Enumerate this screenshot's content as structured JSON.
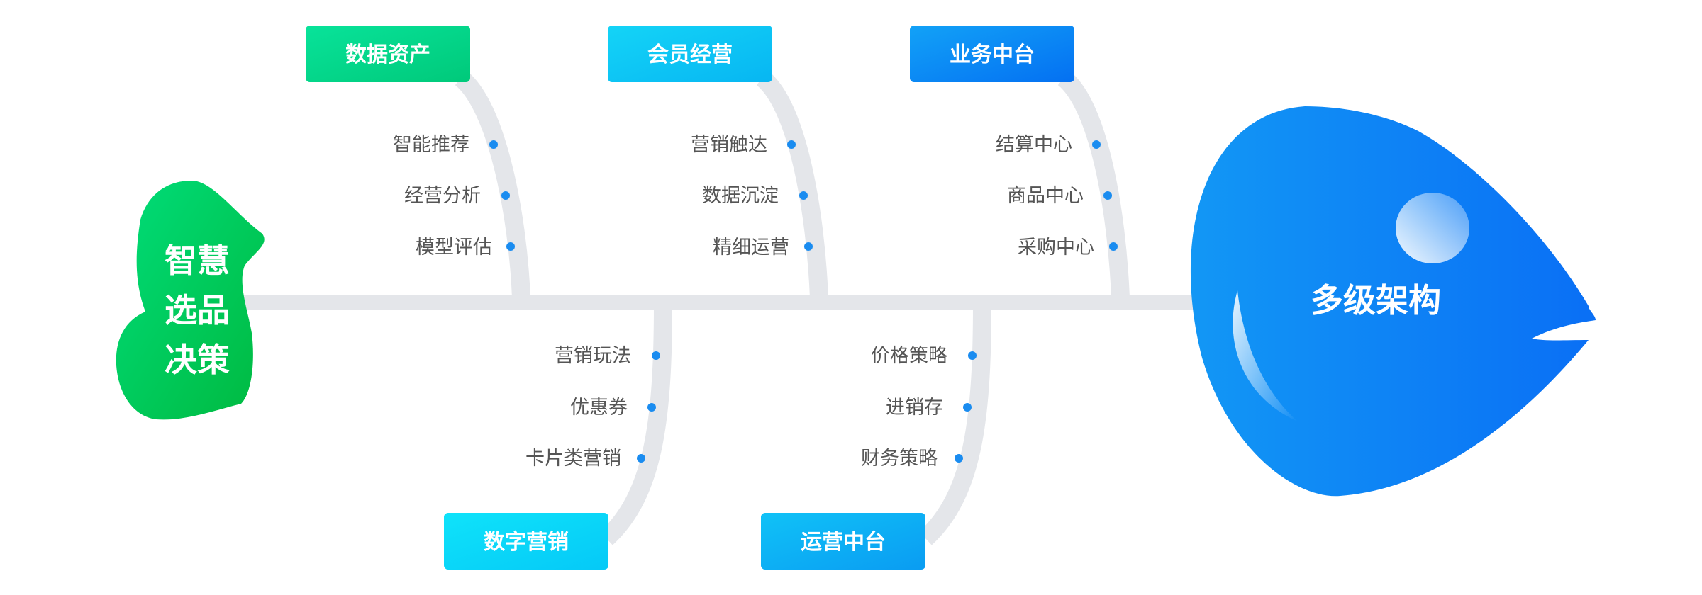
{
  "colors": {
    "spine": "#e4e6ea",
    "dot": "#1a8cf0",
    "item_text": "#555555",
    "tail_green": "#00c853",
    "head_blue": "#0a78f5",
    "cat_green": "#00d88a",
    "cat_cyan": "#18c8f5",
    "cat_blue": "#0a84f5"
  },
  "head": {
    "label": "多级架构"
  },
  "tail": {
    "lines": [
      "智慧",
      "选品",
      "决策"
    ]
  },
  "categories": {
    "data_assets": {
      "label": "数据资产",
      "items": [
        "智能推荐",
        "经营分析",
        "模型评估"
      ]
    },
    "member_ops": {
      "label": "会员经营",
      "items": [
        "营销触达",
        "数据沉淀",
        "精细运营"
      ]
    },
    "business_center": {
      "label": "业务中台",
      "items": [
        "结算中心",
        "商品中心",
        "采购中心"
      ]
    },
    "digital_marketing": {
      "label": "数字营销",
      "items": [
        "营销玩法",
        "优惠券",
        "卡片类营销"
      ]
    },
    "operations_center": {
      "label": "运营中台",
      "items": [
        "价格策略",
        "进销存",
        "财务策略"
      ]
    }
  }
}
